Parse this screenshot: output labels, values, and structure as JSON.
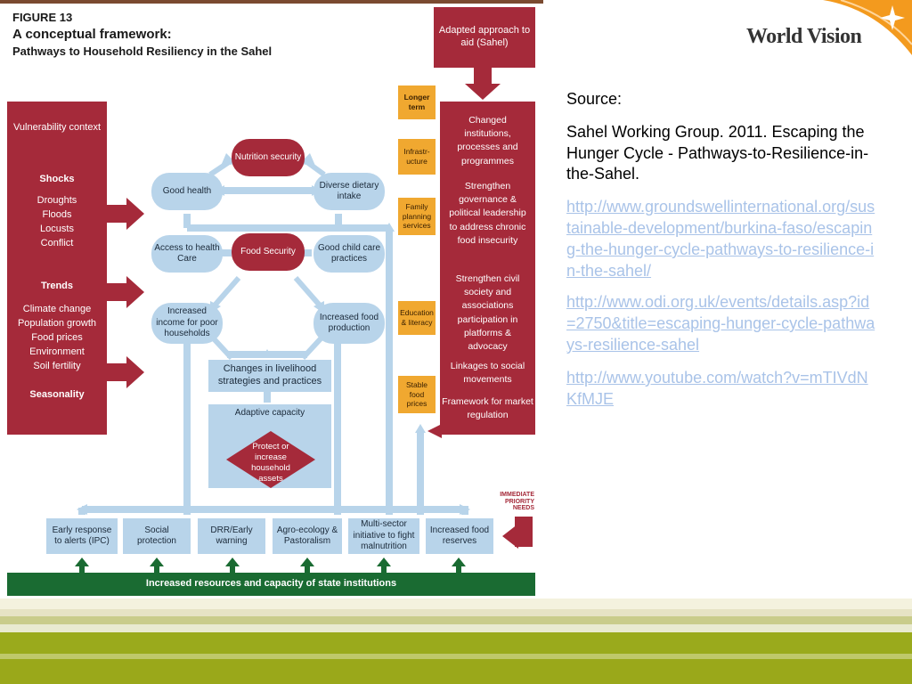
{
  "figure": {
    "label": "FIGURE 13",
    "title_line1": "A conceptual framework:",
    "title_line2": "Pathways to Household Resiliency in the Sahel",
    "adapted_aid": "Adapted approach to aid (Sahel)",
    "left_panel": {
      "vulnerability": "Vulnerability context",
      "shocks_heading": "Shocks",
      "shocks": [
        "Droughts",
        "Floods",
        "Locusts",
        "Conflict"
      ],
      "trends_heading": "Trends",
      "trends": [
        "Climate change",
        "Population growth",
        "Food prices",
        "Environment",
        "Soil fertility"
      ],
      "seasonality": "Seasonality"
    },
    "nodes": {
      "nutrition_security": "Nutrition security",
      "good_health": "Good health",
      "diverse_dietary": "Diverse dietary intake",
      "access_health": "Access to health Care",
      "food_security": "Food Security",
      "good_child_care": "Good child care practices",
      "increased_income": "Increased income for poor households",
      "increased_food_production": "Increased food production",
      "changes_livelihood": "Changes in livelihood strategies and practices",
      "adaptive_capacity": "Adaptive capacity",
      "protect_assets": "Protect or increase household assets"
    },
    "timeline": [
      "Longer term",
      "Infrastr-ucture",
      "Family planning services",
      "Education & literacy",
      "Stable food prices"
    ],
    "right_panel": {
      "changed_institutions": "Changed institutions, processes and programmes",
      "strengthen_governance": "Strengthen governance & political leadership to address chronic food insecurity",
      "strengthen_civil": "Strengthen civil society and associations participation in platforms & advocacy",
      "linkages": "Linkages to social movements",
      "framework": "Framework for market regulation"
    },
    "immediate_needs": "IMMEDIATE PRIORITY NEEDS",
    "bottom_boxes": [
      "Early response to alerts (IPC)",
      "Social protection",
      "DRR/Early warning",
      "Agro-ecology & Pastoralism",
      "Multi-sector initiative to fight malnutrition",
      "Increased food reserves"
    ],
    "state_institutions": "Increased resources and capacity of state institutions"
  },
  "logo": "World Vision",
  "source": {
    "label": "Source:",
    "citation": "Sahel Working Group. 2011. Escaping the Hunger Cycle - Pathways-to-Resilience-in-the-Sahel.",
    "links": [
      "http://www.groundswellinternational.org/sustainable-development/burkina-faso/escaping-the-hunger-cycle-pathways-to-resilience-in-the-sahel/",
      "http://www.odi.org.uk/events/details.asp?id=2750&title=escaping-hunger-cycle-pathways-resilience-sahel",
      "http://www.youtube.com/watch?v=mTIVdNKfMJE"
    ]
  },
  "colors": {
    "red": "#a52a3a",
    "light_blue": "#b8d4ea",
    "orange": "#f0a830",
    "dark_green": "#1a6b32",
    "link": "#a9c3e8",
    "logo_orange": "#f39a1e"
  }
}
